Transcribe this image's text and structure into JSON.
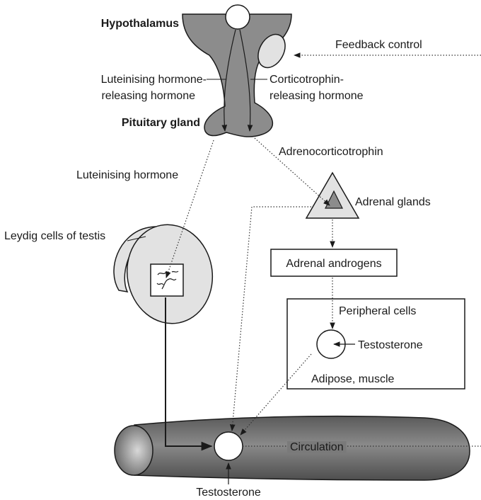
{
  "labels": {
    "hypothalamus": "Hypothalamus",
    "feedback_control": "Feedback control",
    "lhrh_line1": "Luteinising hormone-",
    "lhrh_line2": "releasing hormone",
    "crh_line1": "Corticotrophin-",
    "crh_line2": "releasing hormone",
    "pituitary": "Pituitary gland",
    "acth": "Adrenocorticotrophin",
    "lh": "Luteinising hormone",
    "adrenal_glands": "Adrenal glands",
    "leydig": "Leydig cells of testis",
    "adrenal_androgens": "Adrenal androgens",
    "peripheral_cells": "Peripheral cells",
    "testosterone_peripheral": "Testosterone",
    "adipose_muscle": "Adipose, muscle",
    "circulation": "Circulation",
    "testosterone_circulation": "Testosterone"
  },
  "colors": {
    "gland_gray": "#8c8c8c",
    "light_gray": "#e2e2e2",
    "vessel_gray": "#6f6f6f",
    "stroke": "#1a1a1a"
  }
}
